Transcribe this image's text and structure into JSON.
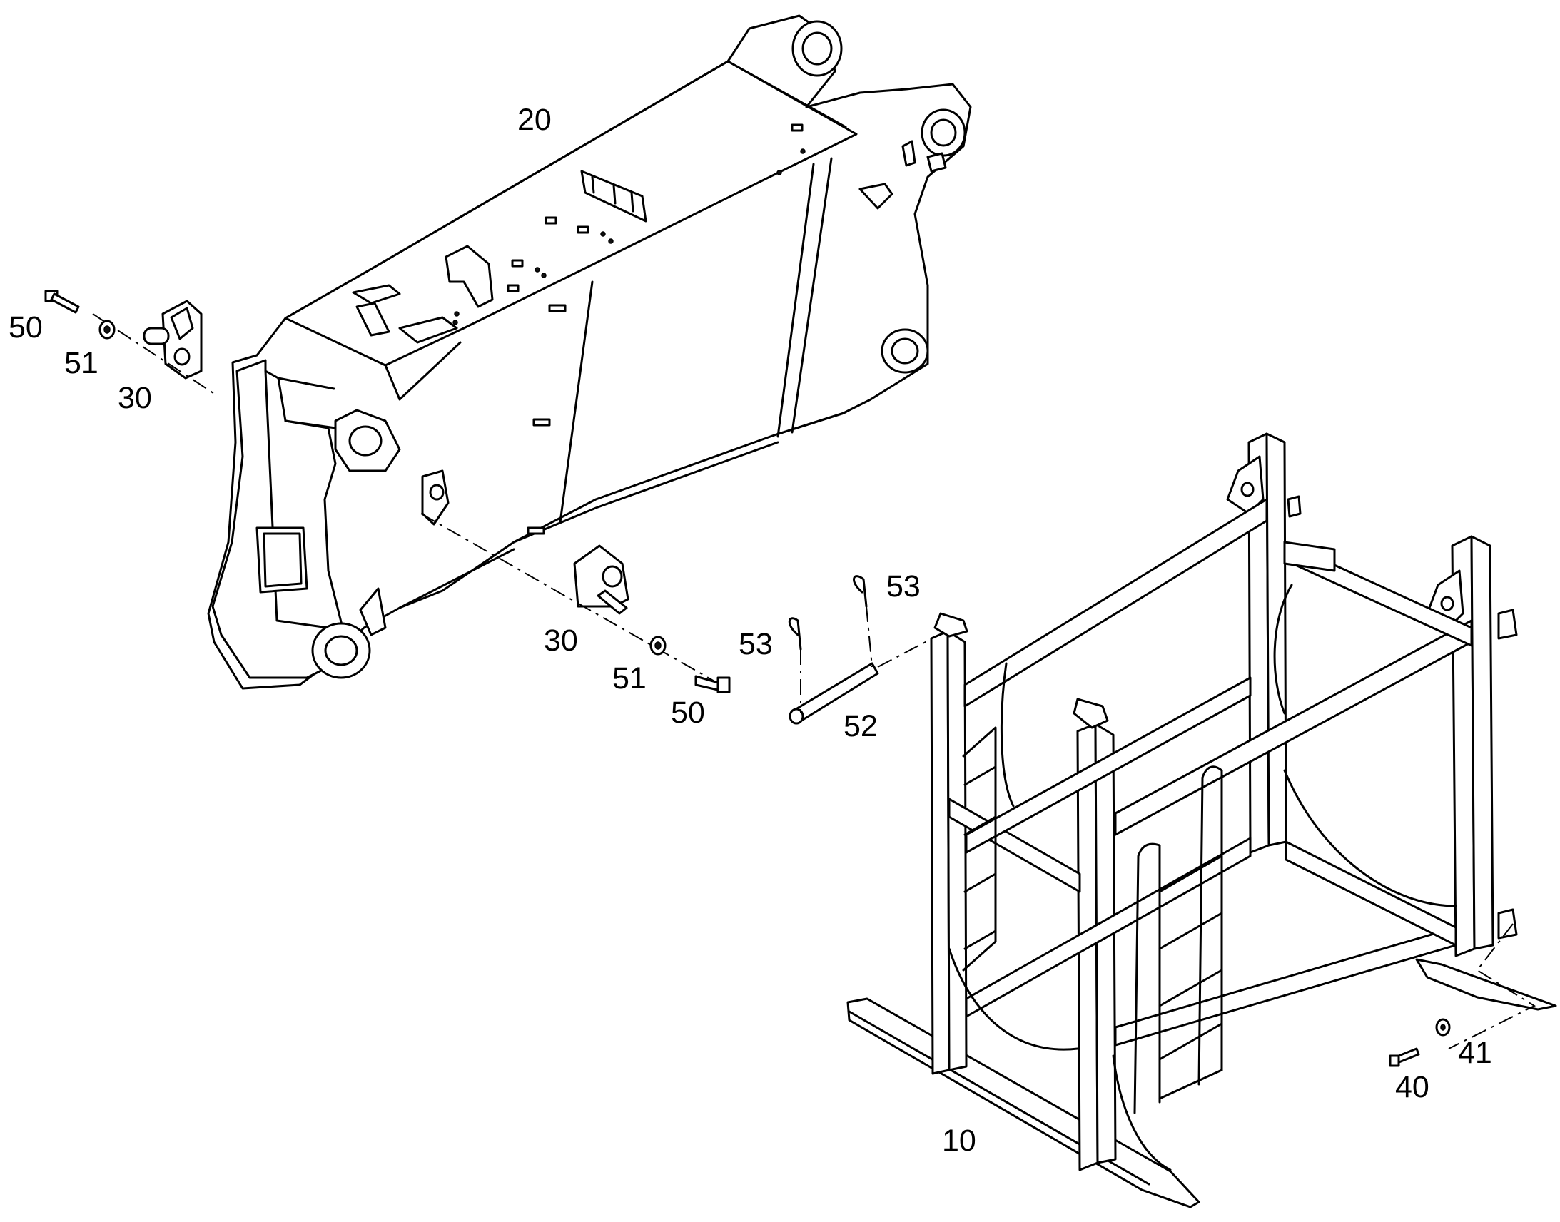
{
  "diagram": {
    "callouts": {
      "p10": "10",
      "p20": "20",
      "p30_left": "30",
      "p30_right": "30",
      "p40": "40",
      "p41": "41",
      "p50_left": "50",
      "p50_right": "50",
      "p51_left": "51",
      "p51_right": "51",
      "p52": "52",
      "p53_left": "53",
      "p53_right": "53"
    }
  }
}
